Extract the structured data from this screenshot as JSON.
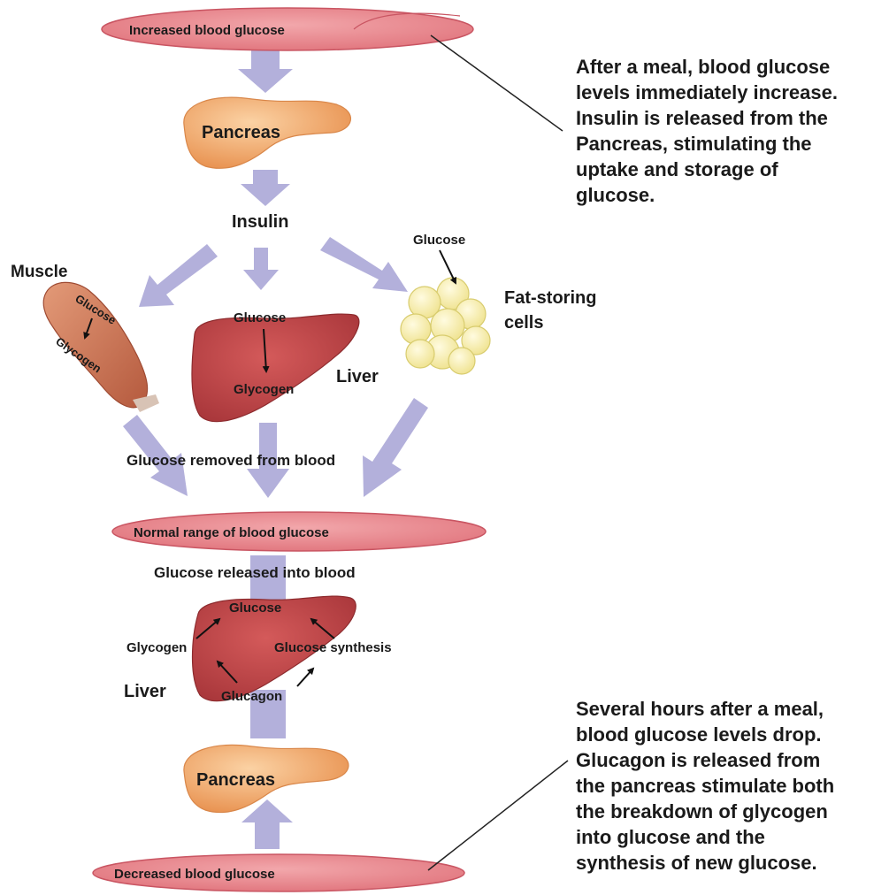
{
  "ovals": {
    "increased": "Increased blood glucose",
    "normal": "Normal range of blood glucose",
    "decreased": "Decreased blood glucose"
  },
  "top": {
    "pancreas": "Pancreas",
    "insulin": "Insulin",
    "muscle": {
      "title": "Muscle",
      "glucose": "Glucose",
      "glycogen": "Glycogen"
    },
    "liver": {
      "title": "Liver",
      "glucose": "Glucose",
      "glycogen": "Glycogen"
    },
    "fat": {
      "glucose": "Glucose",
      "title_line1": "Fat-storing",
      "title_line2": "cells"
    },
    "removed": "Glucose removed from blood"
  },
  "bottom": {
    "released": "Glucose released into blood",
    "liver": {
      "title": "Liver",
      "glucose": "Glucose",
      "glycogen": "Glycogen",
      "synthesis": "Glucose synthesis",
      "glucagon": "Glucagon"
    },
    "pancreas": "Pancreas"
  },
  "notes": {
    "after_meal": [
      "After a meal, blood glucose",
      "levels immediately increase.",
      "Insulin is released from the",
      "Pancreas, stimulating the",
      "uptake and storage of",
      "glucose."
    ],
    "hours_after": [
      "Several hours after a meal,",
      "blood glucose levels drop.",
      "Glucagon is released from",
      "the pancreas stimulate both",
      "the breakdown of glycogen",
      "into glucose and the",
      "synthesis of new glucose."
    ]
  },
  "colors": {
    "oval_fill": "#e8838a",
    "oval_stroke": "#c95562",
    "arrow": "#b3b0db",
    "pancreas": "#f0a86a",
    "liver": "#c0484a",
    "muscle": "#c8704e",
    "fat": "#f6eea8"
  }
}
